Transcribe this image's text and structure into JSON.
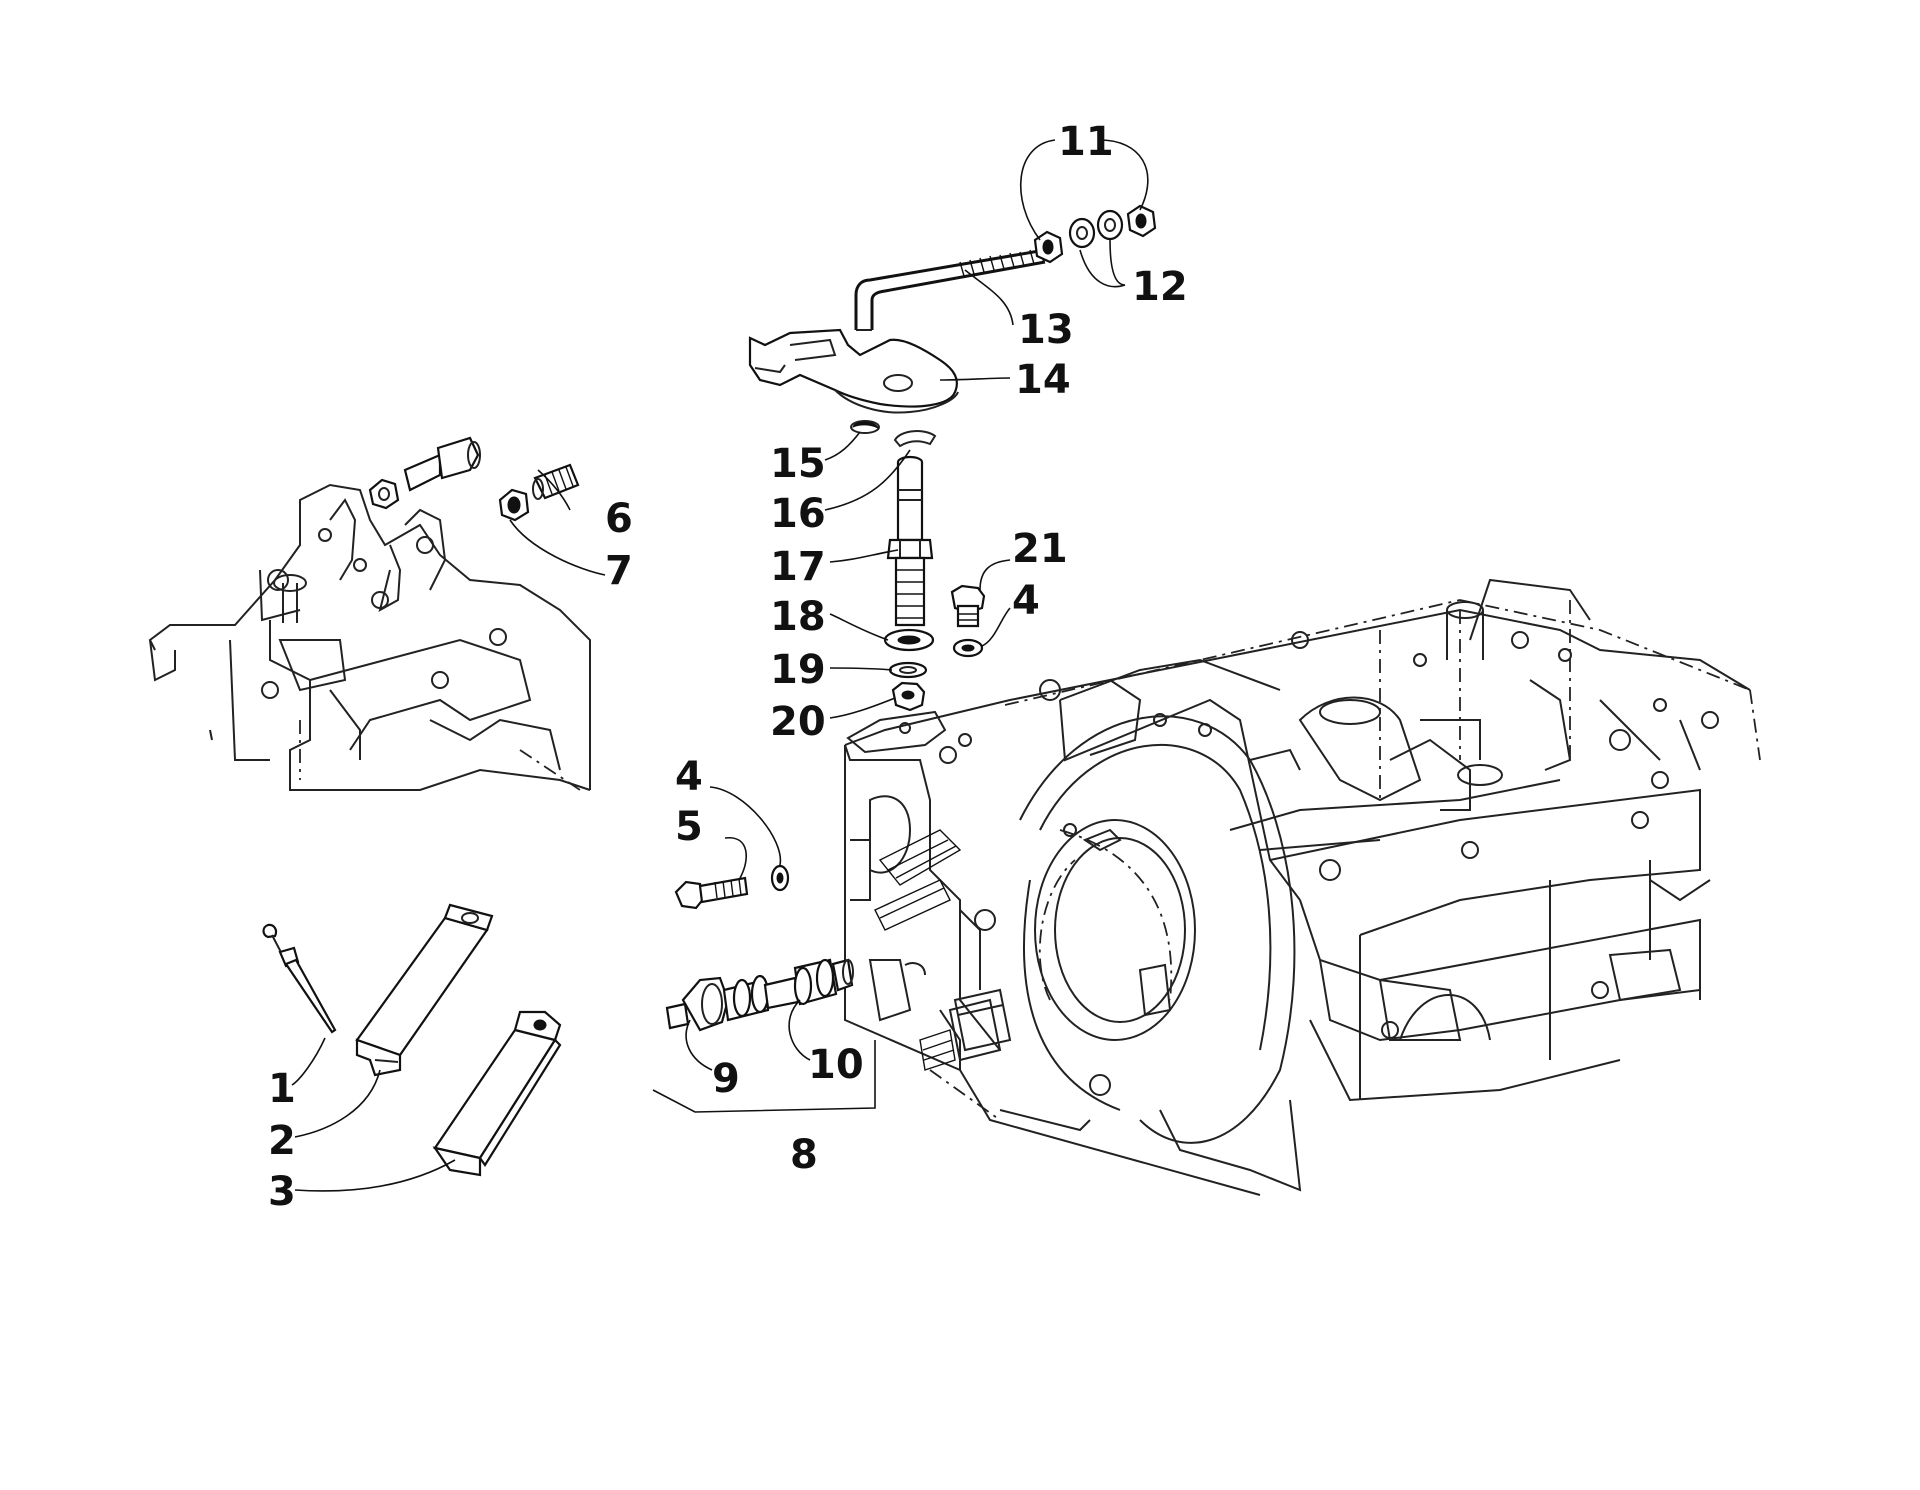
{
  "labels": {
    "p1": "1",
    "p2": "2",
    "p3": "3",
    "p4a": "4",
    "p4b": "4",
    "p5": "5",
    "p6": "6",
    "p7": "7",
    "p8": "8",
    "p9": "9",
    "p10": "10",
    "p11": "11",
    "p12": "12",
    "p13": "13",
    "p14": "14",
    "p15": "15",
    "p16": "16",
    "p17": "17",
    "p18": "18",
    "p19": "19",
    "p20": "20",
    "p21": "21"
  }
}
